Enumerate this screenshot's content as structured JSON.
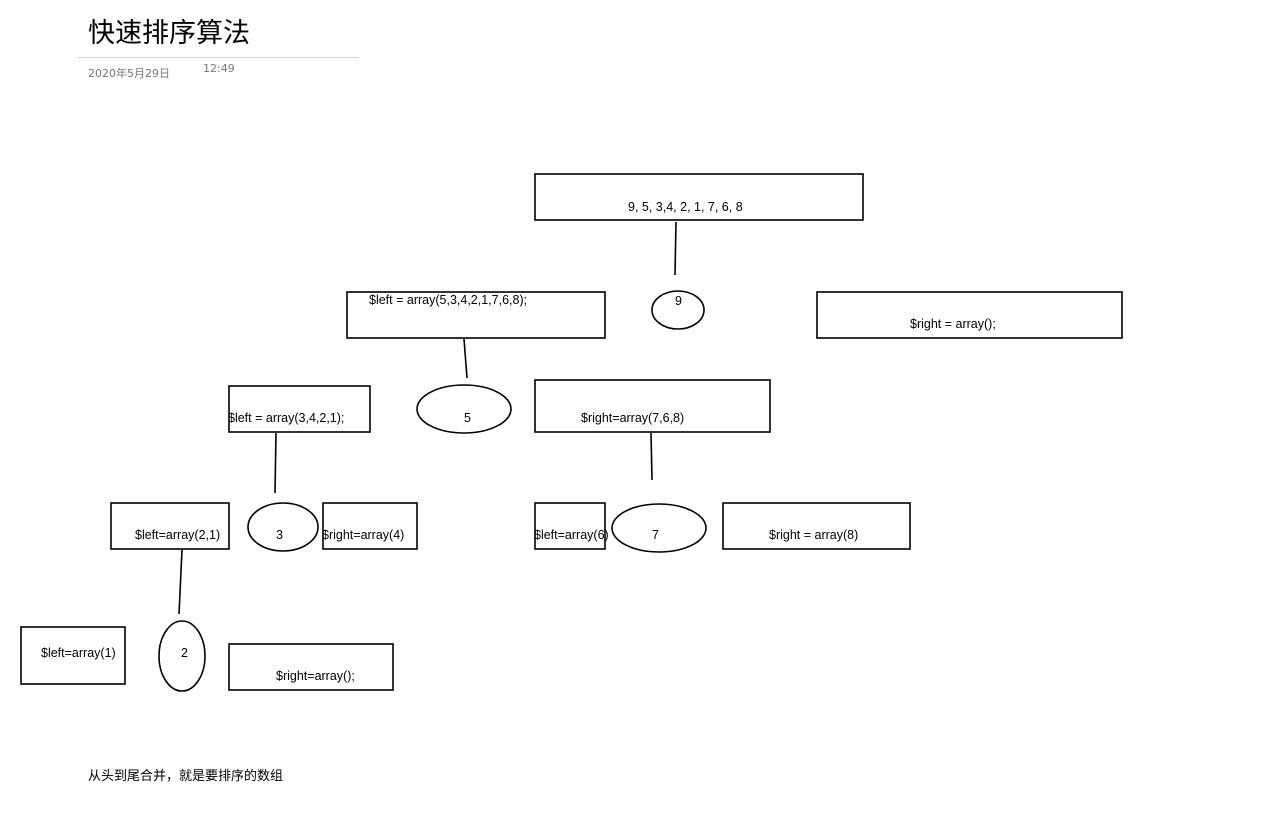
{
  "page": {
    "title": "快速排序算法",
    "date": "2020年5月29日",
    "time": "12:49",
    "note": "从头到尾合并，就是要排序的数组"
  },
  "diagram": {
    "root": "9, 5, 3,4, 2, 1, 7, 6, 8",
    "level1": {
      "left": "$left = array(5,3,4,2,1,7,6,8);",
      "pivot": "9",
      "right": "$right = array();"
    },
    "level2": {
      "left": "$left = array(3,4,2,1);",
      "pivot": "5",
      "right": "$right=array(7,6,8)"
    },
    "level3a": {
      "left": "$left=array(2,1)",
      "pivot": "3",
      "right": "$right=array(4)"
    },
    "level3b": {
      "left": "$left=array(6)",
      "pivot": "7",
      "right": "$right = array(8)"
    },
    "level4": {
      "left": "$left=array(1)",
      "pivot": "2",
      "right": "$right=array();"
    }
  }
}
